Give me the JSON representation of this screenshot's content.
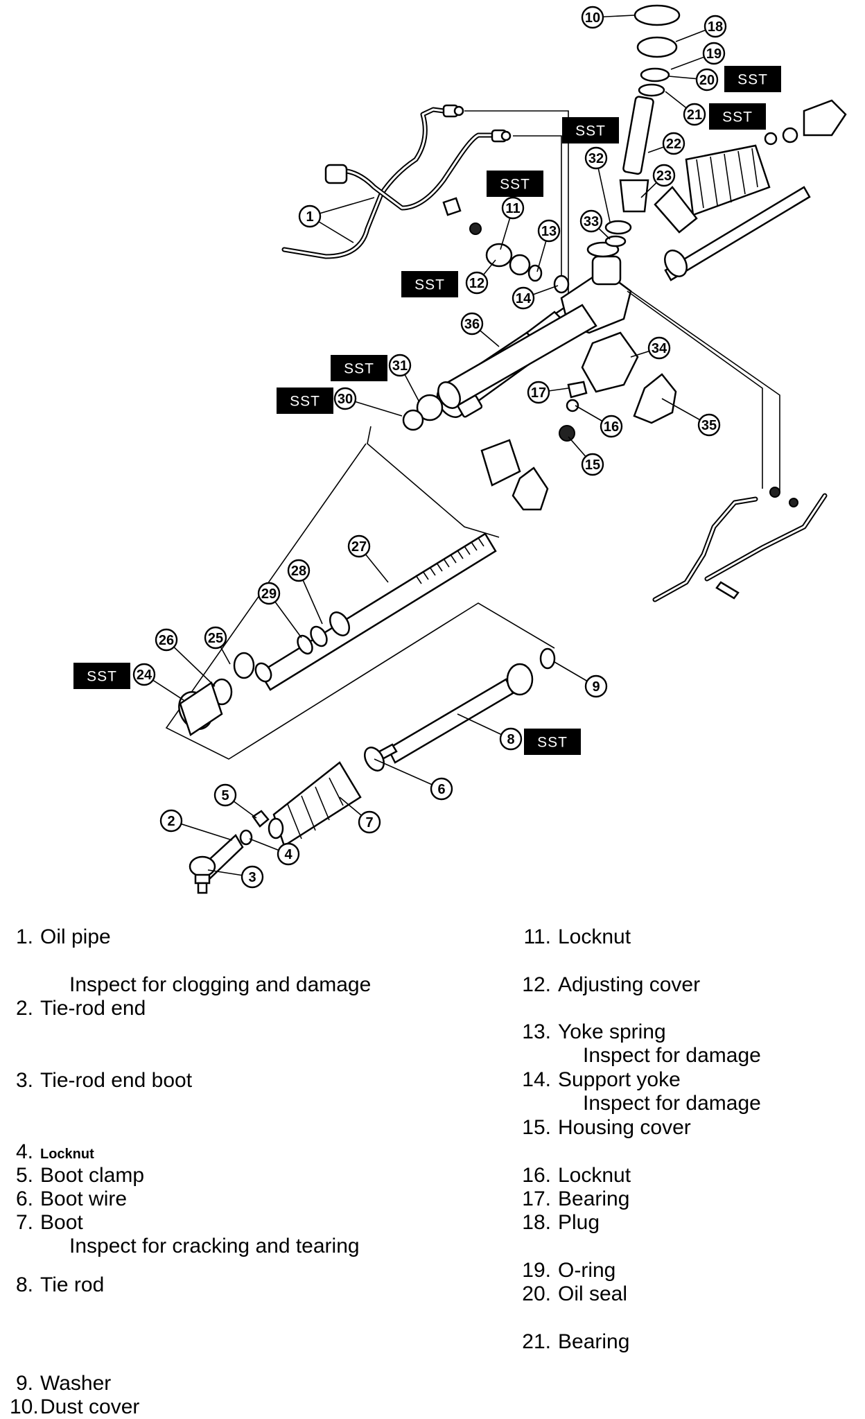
{
  "sst_label": "SST",
  "callouts": [
    "1",
    "2",
    "3",
    "4",
    "5",
    "6",
    "7",
    "8",
    "9",
    "10",
    "11",
    "12",
    "13",
    "14",
    "15",
    "16",
    "17",
    "18",
    "19",
    "20",
    "21",
    "22",
    "23",
    "24",
    "25",
    "26",
    "27",
    "28",
    "29",
    "30",
    "31",
    "32",
    "33",
    "34",
    "35",
    "36"
  ],
  "legend_left": [
    {
      "num": "1.",
      "label": "Oil pipe",
      "note": "Inspect for clogging and damage"
    },
    {
      "num": "2.",
      "label": "Tie-rod end",
      "note": ""
    },
    {
      "num": "3.",
      "label": "Tie-rod end boot",
      "note": ""
    },
    {
      "num": "4.",
      "label": "Locknut",
      "note": ""
    },
    {
      "num": "5.",
      "label": "Boot clamp",
      "note": ""
    },
    {
      "num": "6.",
      "label": "Boot wire",
      "note": ""
    },
    {
      "num": "7.",
      "label": "Boot",
      "note": "Inspect for cracking and tearing"
    },
    {
      "num": "8.",
      "label": "Tie rod",
      "note": ""
    },
    {
      "num": "9.",
      "label": "Washer",
      "note": ""
    },
    {
      "num": "10.",
      "label": "Dust cover",
      "note": ""
    }
  ],
  "legend_right": [
    {
      "num": "11.",
      "label": "Locknut",
      "note": ""
    },
    {
      "num": "12.",
      "label": "Adjusting cover",
      "note": ""
    },
    {
      "num": "13.",
      "label": "Yoke spring",
      "note": "Inspect for damage"
    },
    {
      "num": "14.",
      "label": "Support yoke",
      "note": "Inspect for damage"
    },
    {
      "num": "15.",
      "label": "Housing cover",
      "note": ""
    },
    {
      "num": "16.",
      "label": "Locknut",
      "note": ""
    },
    {
      "num": "17.",
      "label": "Bearing",
      "note": ""
    },
    {
      "num": "18.",
      "label": "Plug",
      "note": ""
    },
    {
      "num": "19.",
      "label": "O-ring",
      "note": ""
    },
    {
      "num": "20.",
      "label": "Oil seal",
      "note": ""
    },
    {
      "num": "21.",
      "label": "Bearing",
      "note": ""
    }
  ]
}
